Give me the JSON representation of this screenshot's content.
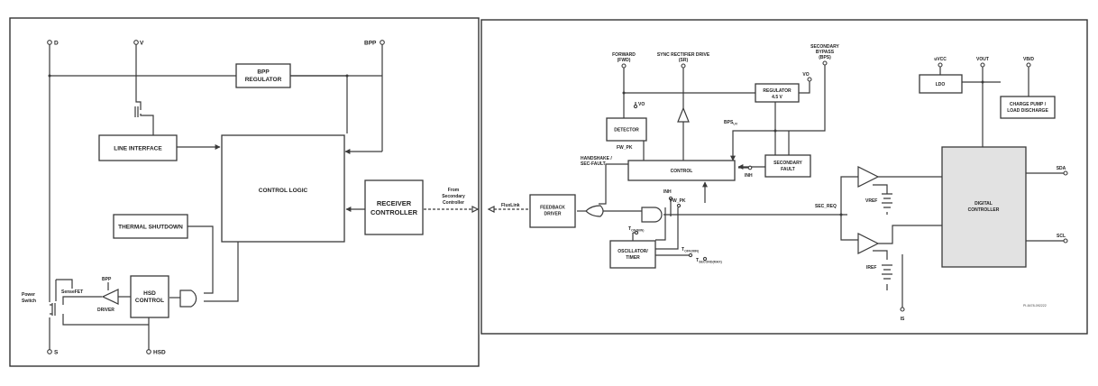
{
  "primary": {
    "pins": {
      "d": "D",
      "v": "V",
      "bpp": "BPP",
      "s": "S",
      "hsd": "HSD"
    },
    "blocks": {
      "bpp_regulator": [
        "BPP",
        "REGULATOR"
      ],
      "line_interface": "LINE INTERFACE",
      "control_logic": "CONTROL LOGIC",
      "receiver_controller": [
        "RECEIVER",
        "CONTROLLER"
      ],
      "thermal_shutdown": "THERMAL SHUTDOWN",
      "hsd_control": [
        "HSD",
        "CONTROL"
      ]
    },
    "labels": {
      "power_switch": [
        "Power",
        "Switch"
      ],
      "sensefet": "SenseFET",
      "driver_bpp": "BPP",
      "driver": "DRIVER"
    }
  },
  "link": {
    "from_secondary": [
      "From",
      "Secondary",
      "Controller"
    ],
    "fluxlink": "FluxLink"
  },
  "secondary": {
    "pins": {
      "forward": [
        "FORWARD",
        "(FWD)"
      ],
      "sync_rect": [
        "SYNC RECTIFIER DRIVE",
        "(SR)"
      ],
      "sec_bypass": [
        "SECONDARY",
        "BYPASS",
        "(BPS)"
      ],
      "vo": "VO",
      "uvcc": "uVCC",
      "vout": "VOUT",
      "vb_d": "VB/D",
      "sda": "SDA",
      "scl": "SCL",
      "is": "IS"
    },
    "blocks": {
      "detector": "DETECTOR",
      "regulator": [
        "REGULATOR",
        "4.5 V"
      ],
      "control": "CONTROL",
      "secondary_fault": [
        "SECONDARY",
        "FAULT"
      ],
      "feedback_driver": [
        "FEEDBACK",
        "DRIVER"
      ],
      "oscillator_timer": [
        "OSCILLATOR/",
        "TIMER"
      ],
      "ldo": "LDO",
      "charge_pump": [
        "CHARGE PUMP /",
        "LOAD DISCHARGE"
      ],
      "digital_controller": [
        "DIGITAL",
        "CONTROLLER"
      ]
    },
    "labels": {
      "fw_pk_top": "FW_PK",
      "vo_detector": "VO",
      "bps_uv": "BPS",
      "bps_uv_sub": "UV",
      "handshake": [
        "HANDSHAKE /",
        "SEC-FAULT"
      ],
      "inh_ctrl": "INH",
      "inh_mid": "INH",
      "fw_pk_mid": "FW_PK",
      "t_on": "T",
      "t_on_sub": "ON(MIN)",
      "t_off": "T",
      "t_off_sub": "OFF(MIN)",
      "t_second": "T",
      "t_second_sub": "SECOND(MAX)",
      "sec_req": "SEC_REQ",
      "vref": "VREF",
      "iref": "IREF",
      "figure_id": "PI-8478-092222"
    }
  }
}
